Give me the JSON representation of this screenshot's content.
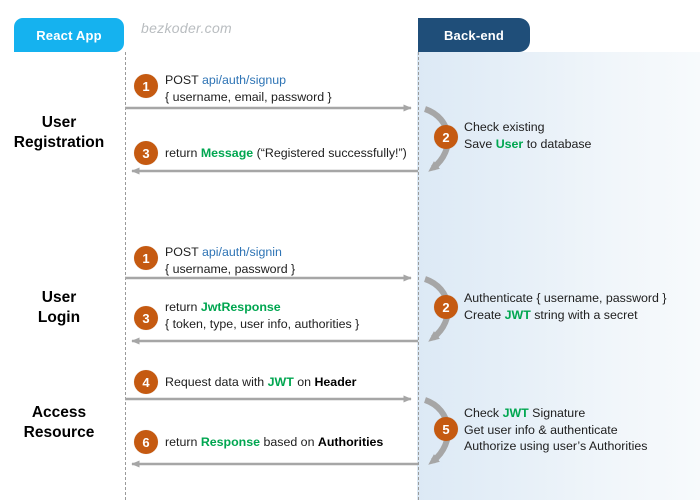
{
  "watermark": "bezkoder.com",
  "actors": {
    "client": "React App",
    "server": "Back-end"
  },
  "sections": [
    {
      "id": "registration",
      "label": "User\nRegistration"
    },
    {
      "id": "login",
      "label": "User\nLogin"
    },
    {
      "id": "access",
      "label": "Access\nResource"
    }
  ],
  "section_labels": {
    "registration_line1": "User",
    "registration_line2": "Registration",
    "login_line1": "User",
    "login_line2": "Login",
    "access_line1": "Access",
    "access_line2": "Resource"
  },
  "steps": [
    {
      "number": "1",
      "section": "registration",
      "direction": "client-to-server",
      "line1_plain": "POST ",
      "line1_accent": "api/auth/signup",
      "line2": "{ username, email, password }"
    },
    {
      "number": "2",
      "section": "registration",
      "direction": "self-loop",
      "line1": "Check existing",
      "line2_pre": "Save ",
      "line2_accent": "User",
      "line2_post": " to database"
    },
    {
      "number": "3",
      "section": "registration",
      "direction": "server-to-client",
      "line1_pre": "return ",
      "line1_accent": "Message",
      "line1_post": " (“Registered successfully!”)"
    },
    {
      "number": "1",
      "section": "login",
      "direction": "client-to-server",
      "line1_plain": "POST ",
      "line1_accent": "api/auth/signin",
      "line2": "{ username, password }"
    },
    {
      "number": "2",
      "section": "login",
      "direction": "self-loop",
      "line1": "Authenticate { username, password }",
      "line2_pre": "Create ",
      "line2_accent": "JWT",
      "line2_post": " string with a secret"
    },
    {
      "number": "3",
      "section": "login",
      "direction": "server-to-client",
      "line1_pre": "return ",
      "line1_accent": "JwtResponse",
      "line2": "{ token, type, user info, authorities }"
    },
    {
      "number": "4",
      "section": "access",
      "direction": "client-to-server",
      "line1_pre": "Request  data with ",
      "line1_accent": "JWT",
      "line1_mid": " on ",
      "line1_bold": "Header"
    },
    {
      "number": "5",
      "section": "access",
      "direction": "self-loop",
      "line1_pre": "Check ",
      "line1_accent": "JWT",
      "line1_post": " Signature",
      "line2": "Get user info & authenticate",
      "line3": "Authorize using user’s Authorities"
    },
    {
      "number": "6",
      "section": "access",
      "direction": "server-to-client",
      "line1_pre": "return ",
      "line1_accent": "Response",
      "line1_mid": " based on ",
      "line1_bold": "Authorities"
    }
  ],
  "colors": {
    "client_tab": "#15b2ef",
    "server_tab": "#1f4e79",
    "badge": "#c55a11",
    "accent_green": "#00a650",
    "accent_blue": "#2e74b5",
    "arrow_gray": "#a6a6a6",
    "panel_blue": "#dce9f5"
  }
}
